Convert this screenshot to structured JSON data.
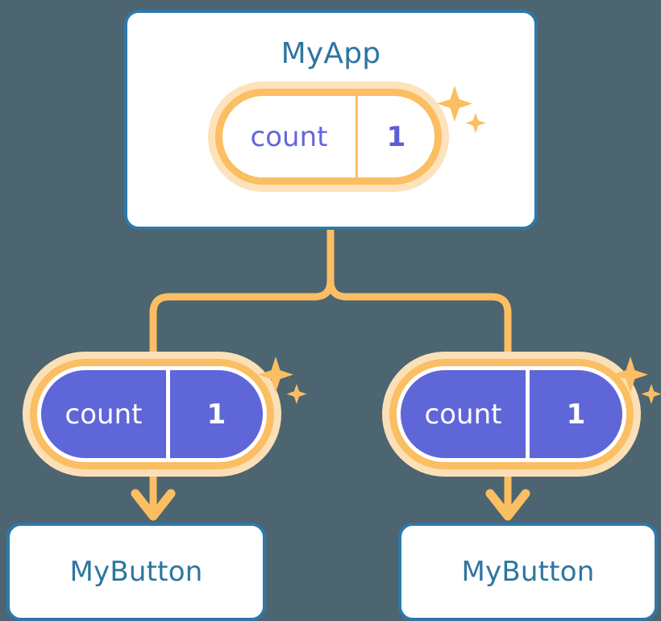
{
  "diagram": {
    "title_text": "MyApp",
    "background_color": "#4c6570",
    "accent_orange": "#fbbe62",
    "accent_orange_pale": "#fde2bb",
    "accent_purple": "#5f66d8",
    "accent_blue": "#2e78a8"
  },
  "root": {
    "label": "MyApp",
    "state": {
      "key": "count",
      "value": "1"
    }
  },
  "children": [
    {
      "label": "MyButton",
      "state": {
        "key": "count",
        "value": "1"
      }
    },
    {
      "label": "MyButton",
      "state": {
        "key": "count",
        "value": "1"
      }
    }
  ],
  "icons": {
    "sparkle": "sparkle-icon",
    "arrow_down": "arrow-down-icon"
  }
}
